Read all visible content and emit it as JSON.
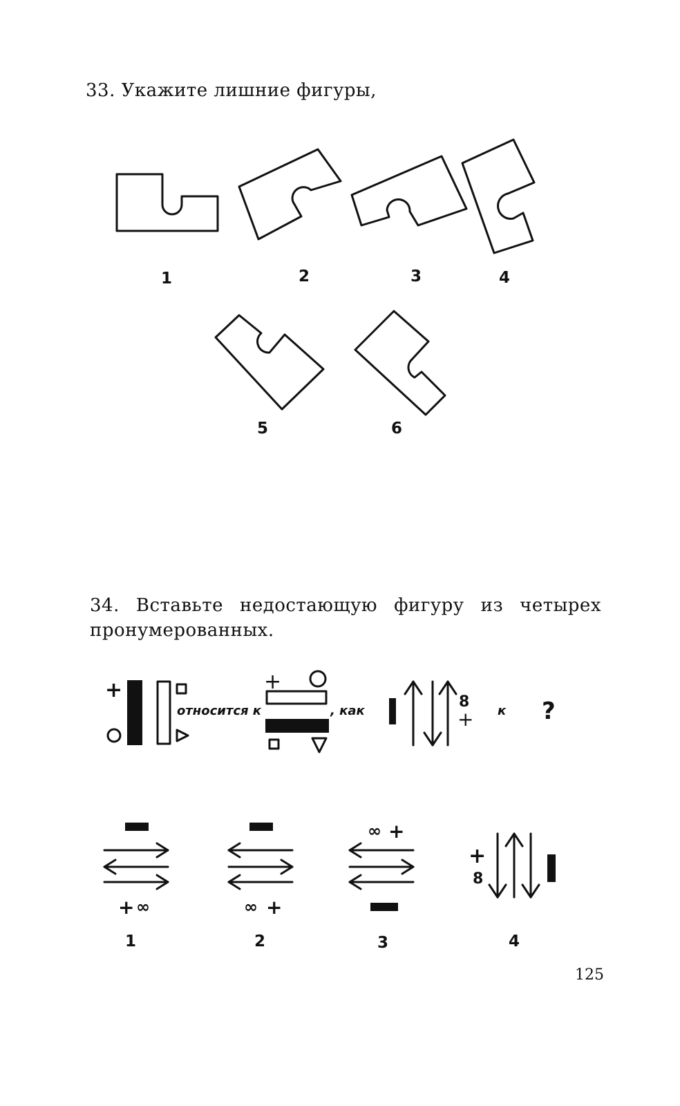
{
  "q33": {
    "title": "33. Укажите лишние фигуры,",
    "labels": [
      "1",
      "2",
      "3",
      "4",
      "5",
      "6"
    ]
  },
  "q34": {
    "title": "34. Вставьте недостающую фигуру из четырех пронумерованных.",
    "analogy": {
      "relates_to": "относится к",
      "as": ", как",
      "to": "к",
      "question": "?"
    },
    "options": [
      "1",
      "2",
      "3",
      "4"
    ],
    "symbols": {
      "plus": "+",
      "infinity": "∞",
      "eight": "8"
    }
  },
  "page_number": "125"
}
